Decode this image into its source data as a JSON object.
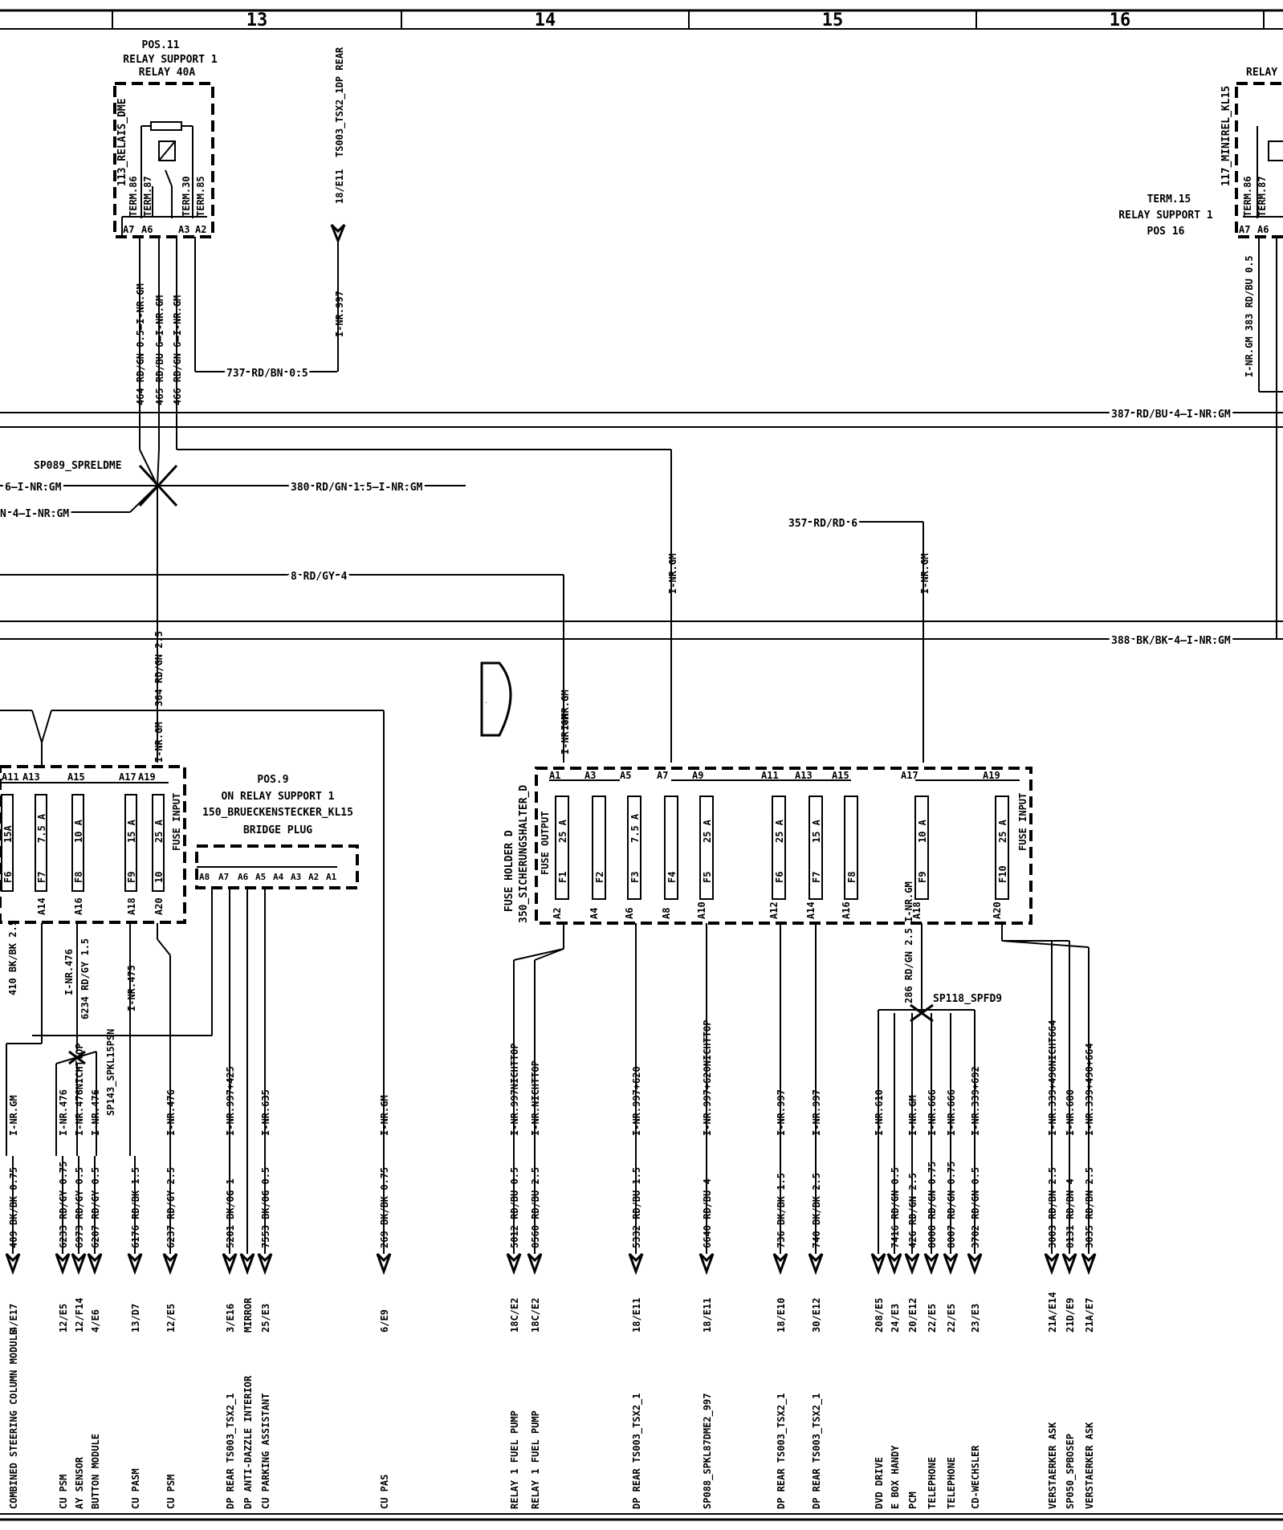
{
  "grid": {
    "columns": [
      "13",
      "14",
      "15",
      "16"
    ]
  },
  "relay_113": {
    "pos": "POS.11",
    "name": "RELAY SUPPORT 1",
    "rating": "RELAY 40A",
    "id": "113_RELAIS_DME",
    "terms": [
      "TERM.86",
      "TERM.87",
      "TERM.30",
      "TERM.85"
    ],
    "pins": [
      "A7",
      "A6",
      "A3",
      "A2"
    ]
  },
  "relay_117": {
    "title": "RELAY",
    "id": "117_MINIREL_KL15",
    "terms": [
      "TERM.86",
      "TERM.87"
    ],
    "pins": [
      "A7",
      "A6"
    ],
    "note1": "TERM.15",
    "note2": "RELAY SUPPORT 1",
    "note3": "POS 16"
  },
  "ts003": {
    "label": "TS003_TSX2_1DP REAR",
    "ref": "18/E11",
    "wire": "I-NR.997"
  },
  "relay_wires": [
    "464 RD/GN 0.5—I-NR.GM",
    "465 RD/BU 6—I-NR.GM",
    "466 RD/GN 6—I-NR.GM"
  ],
  "wire_737": "737 RD/BN 0.5",
  "rel117_wire": "I-NR.GM 383 RD/BU 0.5",
  "splice_dme": "SP089_SPRELDME",
  "bus_wires": {
    "w387": "387 RD/BU 4—I-NR.GM",
    "w380": "380 RD/GN 1.5—I-NR.GM",
    "left1": "6—I-NR.GM",
    "left2": "N 4—I-NR.GM",
    "w357": "357 RD/RD 6",
    "w8": "8 RD/GY 4",
    "w388": "388 BK/BK 4—I-NR.GM",
    "vert_inrgm": "I-NR.GM",
    "w364": "364 RD/GN 2.5",
    "inrgm_short": "I-NR.GM"
  },
  "fuse_left": {
    "pins_top": [
      "A11",
      "A13",
      "A15",
      "A17",
      "A19"
    ],
    "fuses": [
      {
        "n": "F6",
        "a": "15A"
      },
      {
        "n": "F7",
        "a": "7.5 A"
      },
      {
        "n": "F8",
        "a": "10 A"
      },
      {
        "n": "F9",
        "a": "15 A"
      },
      {
        "n": "10",
        "a": "25 A"
      }
    ],
    "pins_bottom": [
      "A14",
      "A16",
      "A18",
      "A20"
    ],
    "fuse_input": "FUSE INPUT"
  },
  "bridge": {
    "l1": "POS.9",
    "l2": "ON RELAY SUPPORT 1",
    "l3": "150_BRUECKENSTECKER_KL15",
    "l4": "BRIDGE PLUG",
    "pins": [
      "A8",
      "A7",
      "A6",
      "A5",
      "A4",
      "A3",
      "A2",
      "A1"
    ]
  },
  "fuse_d": {
    "letter": "D",
    "name": "FUSE HOLDER D",
    "id": "350_SICHERUNGSHALTER_D",
    "output": "FUSE OUTPUT",
    "input": "FUSE INPUT",
    "pins_top": [
      "A1",
      "A3",
      "A5",
      "A7",
      "A9",
      "A11",
      "A13",
      "A15",
      "A17",
      "A19"
    ],
    "fuses": [
      {
        "n": "F1",
        "a": "25 A"
      },
      {
        "n": "F2",
        "a": ""
      },
      {
        "n": "F3",
        "a": "7.5 A"
      },
      {
        "n": "F4",
        "a": ""
      },
      {
        "n": "F5",
        "a": "25 A"
      },
      {
        "n": "F6",
        "a": "25 A"
      },
      {
        "n": "F7",
        "a": "15 A"
      },
      {
        "n": "F8",
        "a": ""
      },
      {
        "n": "F9",
        "a": "10 A"
      },
      {
        "n": "F10",
        "a": "25 A"
      }
    ],
    "pins_bottom": [
      "A2",
      "A4",
      "A6",
      "A8",
      "A10",
      "A12",
      "A14",
      "A16",
      "A18",
      "A20"
    ]
  },
  "mid_wires": {
    "w410": "410 BK/BK 2.5",
    "w476a": "I-NR.476",
    "w6234": "6234 RD/GY 1.5",
    "w475": "I-NR.475",
    "sp143": "SP143_SPKL15PSN",
    "w286": "286 RD/GN 2.5 I-NR.GM",
    "sp118": "SP118_SPFD9"
  },
  "branches": [
    {
      "wire": "I-NR.GM",
      "code": "409 BK/BK 0.75",
      "ref": "4/E17",
      "dest": "COMBINED STEERING COLUMN MODULE"
    },
    {
      "wire": "I-NR.476",
      "code": "6233 RD/GY 0.75",
      "ref": "12/E5",
      "dest": "CU PSM"
    },
    {
      "wire": "I-NR.476NICHTTOP",
      "code": "6973 RD/GY 0.5",
      "ref": "12/F14",
      "dest": "AY SENSOR"
    },
    {
      "wire": "I-NR.476",
      "code": "6207 RD/GY 0.5",
      "ref": "4/E6",
      "dest": "BUTTON MODULE"
    },
    {
      "wire": "",
      "code": "6176 RD/BK 1.5",
      "ref": "13/D7",
      "dest": "CU PASM"
    },
    {
      "wire": "I-NR.476",
      "code": "6237 RD/GY 2.5",
      "ref": "12/E5",
      "dest": "CU PSM"
    },
    {
      "wire": "I-NR.997+425",
      "code": "5201 BK/OG 1",
      "ref": "3/E16",
      "dest": "DP REAR TS003_TSX2_1"
    },
    {
      "wire": "",
      "code": "",
      "ref": "MIRROR",
      "dest": "DP ANTI-DAZZLE INTERIOR"
    },
    {
      "wire": "I-NR.635",
      "code": "7553 BK/OG 0.5",
      "ref": "25/E3",
      "dest": "CU PARKING ASSISTANT"
    },
    {
      "wire": "I-NR.GM",
      "code": "269 BK/BK 0.75",
      "ref": "6/E9",
      "dest": "CU PAS"
    },
    {
      "wire": "I-NR.997NICHTTOP",
      "code": "5012 RD/BU 0.5",
      "ref": "18C/E2",
      "dest": "RELAY 1 FUEL PUMP"
    },
    {
      "wire": "I-NR.NICHTTOP",
      "code": "8560 RD/BU 2.5",
      "ref": "18C/E2",
      "dest": "RELAY 1 FUEL PUMP"
    },
    {
      "wire": "I-NR.997+620",
      "code": "5332 RD/BU 1.5",
      "ref": "18/E11",
      "dest": "DP REAR TS003_TSX2_1"
    },
    {
      "wire": "I-NR.997+620NICHTTOP",
      "code": "6640 RD/BU 4",
      "ref": "18/E11",
      "dest": "SP088_SPKL87DME2_997"
    },
    {
      "wire": "I-NR.997",
      "code": "736 BK/BK 1.5",
      "ref": "18/E10",
      "dest": "DP REAR TS003_TSX2_1"
    },
    {
      "wire": "I-NR.997",
      "code": "740 BK/BK 2.5",
      "ref": "30/E12",
      "dest": "DP REAR TS003_TSX2_1"
    },
    {
      "wire": "I-NR.610",
      "code": "",
      "ref": "208/E5",
      "dest": "DVD DRIVE"
    },
    {
      "wire": "",
      "code": "7416 RD/GN 0.5",
      "ref": "24/E3",
      "dest": "E BOX HANDY"
    },
    {
      "wire": "I-NR.GM",
      "code": "426 RD/GN 2.5",
      "ref": "20/E12",
      "dest": "PCM"
    },
    {
      "wire": "I-NR.666",
      "code": "8008 RD/GN 0.75",
      "ref": "22/E5",
      "dest": "TELEPHONE"
    },
    {
      "wire": "I-NR.666",
      "code": "8007 RD/GN 0.75",
      "ref": "22/E5",
      "dest": "TELEPHONE"
    },
    {
      "wire": "I-NR.339+692",
      "code": "3702 RD/GN 0.5",
      "ref": "23/E3",
      "dest": "CD-WECHSLER"
    },
    {
      "wire": "I-NR.339+490NICHT664",
      "code": "3003 RD/BN 2.5",
      "ref": "21A/E14",
      "dest": "VERSTAERKER ASK"
    },
    {
      "wire": "I-NR.680",
      "code": "8131 RD/BN 4",
      "ref": "21D/E9",
      "dest": "SP050_SPBOSEP"
    },
    {
      "wire": "I-NR.339+490+664",
      "code": "3035 RD/BN 2.5",
      "ref": "21A/E7",
      "dest": "VERSTAERKER ASK"
    }
  ]
}
